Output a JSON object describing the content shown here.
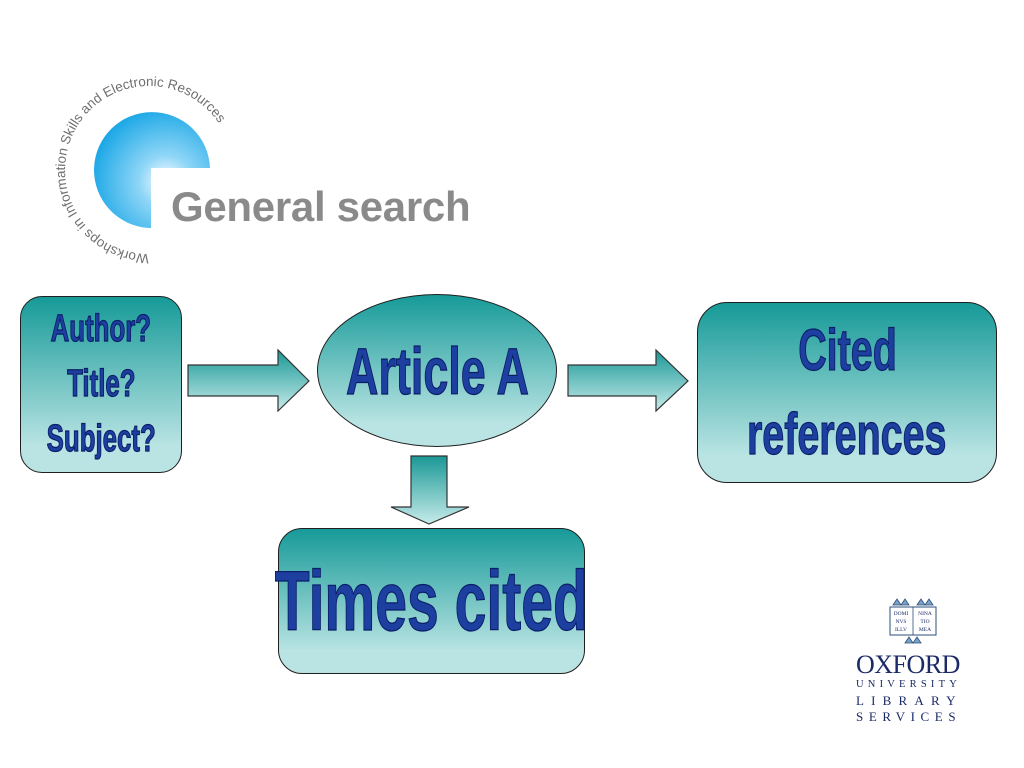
{
  "header": {
    "title": "General search",
    "logo_ring_text": "Workshops in Information Skills and Electronic Resources"
  },
  "diagram": {
    "nodes": {
      "query": [
        "Author?",
        "Title?",
        "Subject?"
      ],
      "article": "Article A",
      "cited": [
        "Cited",
        "references"
      ],
      "times": "Times cited"
    },
    "colors": {
      "box_top": "#169a98",
      "box_bottom": "#b9e4e3",
      "text": "#1c3fa0"
    }
  },
  "footer_logo": {
    "line1": "OXFORD",
    "line2": "UNIVERSITY",
    "line3": "LIBRARY",
    "line4": "SERVICES",
    "crest_text": [
      "DOMI",
      "NVS",
      "ILLV",
      "NINA",
      "TIO",
      "MEA"
    ]
  }
}
